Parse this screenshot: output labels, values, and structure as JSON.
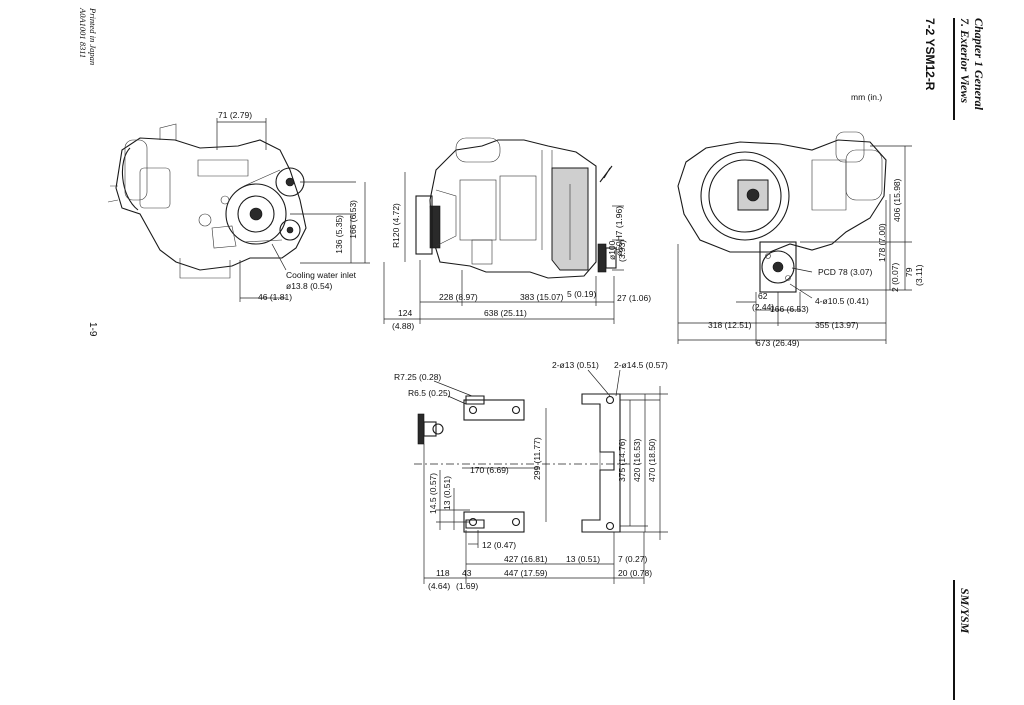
{
  "header": {
    "chapter": "Chapter 1 General",
    "section": "7. Exterior Views",
    "title": "7-2 YSM12-R",
    "units": "mm (in.)",
    "brand": "SM/YSM",
    "page_number": "1-9",
    "printed_line1": "Printed in Japan",
    "printed_line2": "A0A1001 8311"
  },
  "front_view": {
    "dim_top": "71 (2.79)",
    "dim_136": "136 (5.35)",
    "dim_166": "166 (6.53)",
    "inlet_label": "Cooling water inlet",
    "inlet_dia": "ø13.8 (0.54)",
    "dim_46": "46 (1.81)"
  },
  "side_view": {
    "r120": "R120 (4.72)",
    "shaft": "ø50H7 (1.96)",
    "flange": "ø100",
    "flange_in": "(3.93)",
    "d228": "228 (8.97)",
    "d383": "383 (15.07)",
    "d5": "5 (0.19)",
    "d27": "27 (1.06)",
    "d124": "124",
    "d124_in": "(4.88)",
    "d638": "638 (25.11)"
  },
  "rear_view": {
    "d406": "406 (15.98)",
    "d178": "178 (7.00)",
    "d2": "2 (0.07)",
    "d79": "79",
    "d79_in": "(3.11)",
    "pcd": "PCD 78 (3.07)",
    "d62": "62",
    "d62_in": "(2.44)",
    "d166": "166 (6.53)",
    "holes": "4-ø10.5 (0.41)",
    "d318": "318 (12.51)",
    "d355": "355 (13.97)",
    "d673": "673 (26.49)"
  },
  "bed_plan": {
    "r725": "R7.25 (0.28)",
    "r65": "R6.5 (0.25)",
    "holes13": "2-ø13 (0.51)",
    "holes145": "2-ø14.5 (0.57)",
    "d170": "170 (6.69)",
    "d299": "299 (11.77)",
    "d375": "375 (14.76)",
    "d420": "420 (16.53)",
    "d470": "470 (18.50)",
    "d145": "14.5 (0.57)",
    "d13v": "13 (0.51)",
    "d12": "12 (0.47)",
    "d427": "427 (16.81)",
    "d13h": "13 (0.51)",
    "d7": "7 (0.27)",
    "d118": "118",
    "d118_in": "(4.64)",
    "d43": "43",
    "d43_in": "(1.69)",
    "d447": "447 (17.59)",
    "d20": "20 (0.78)"
  }
}
